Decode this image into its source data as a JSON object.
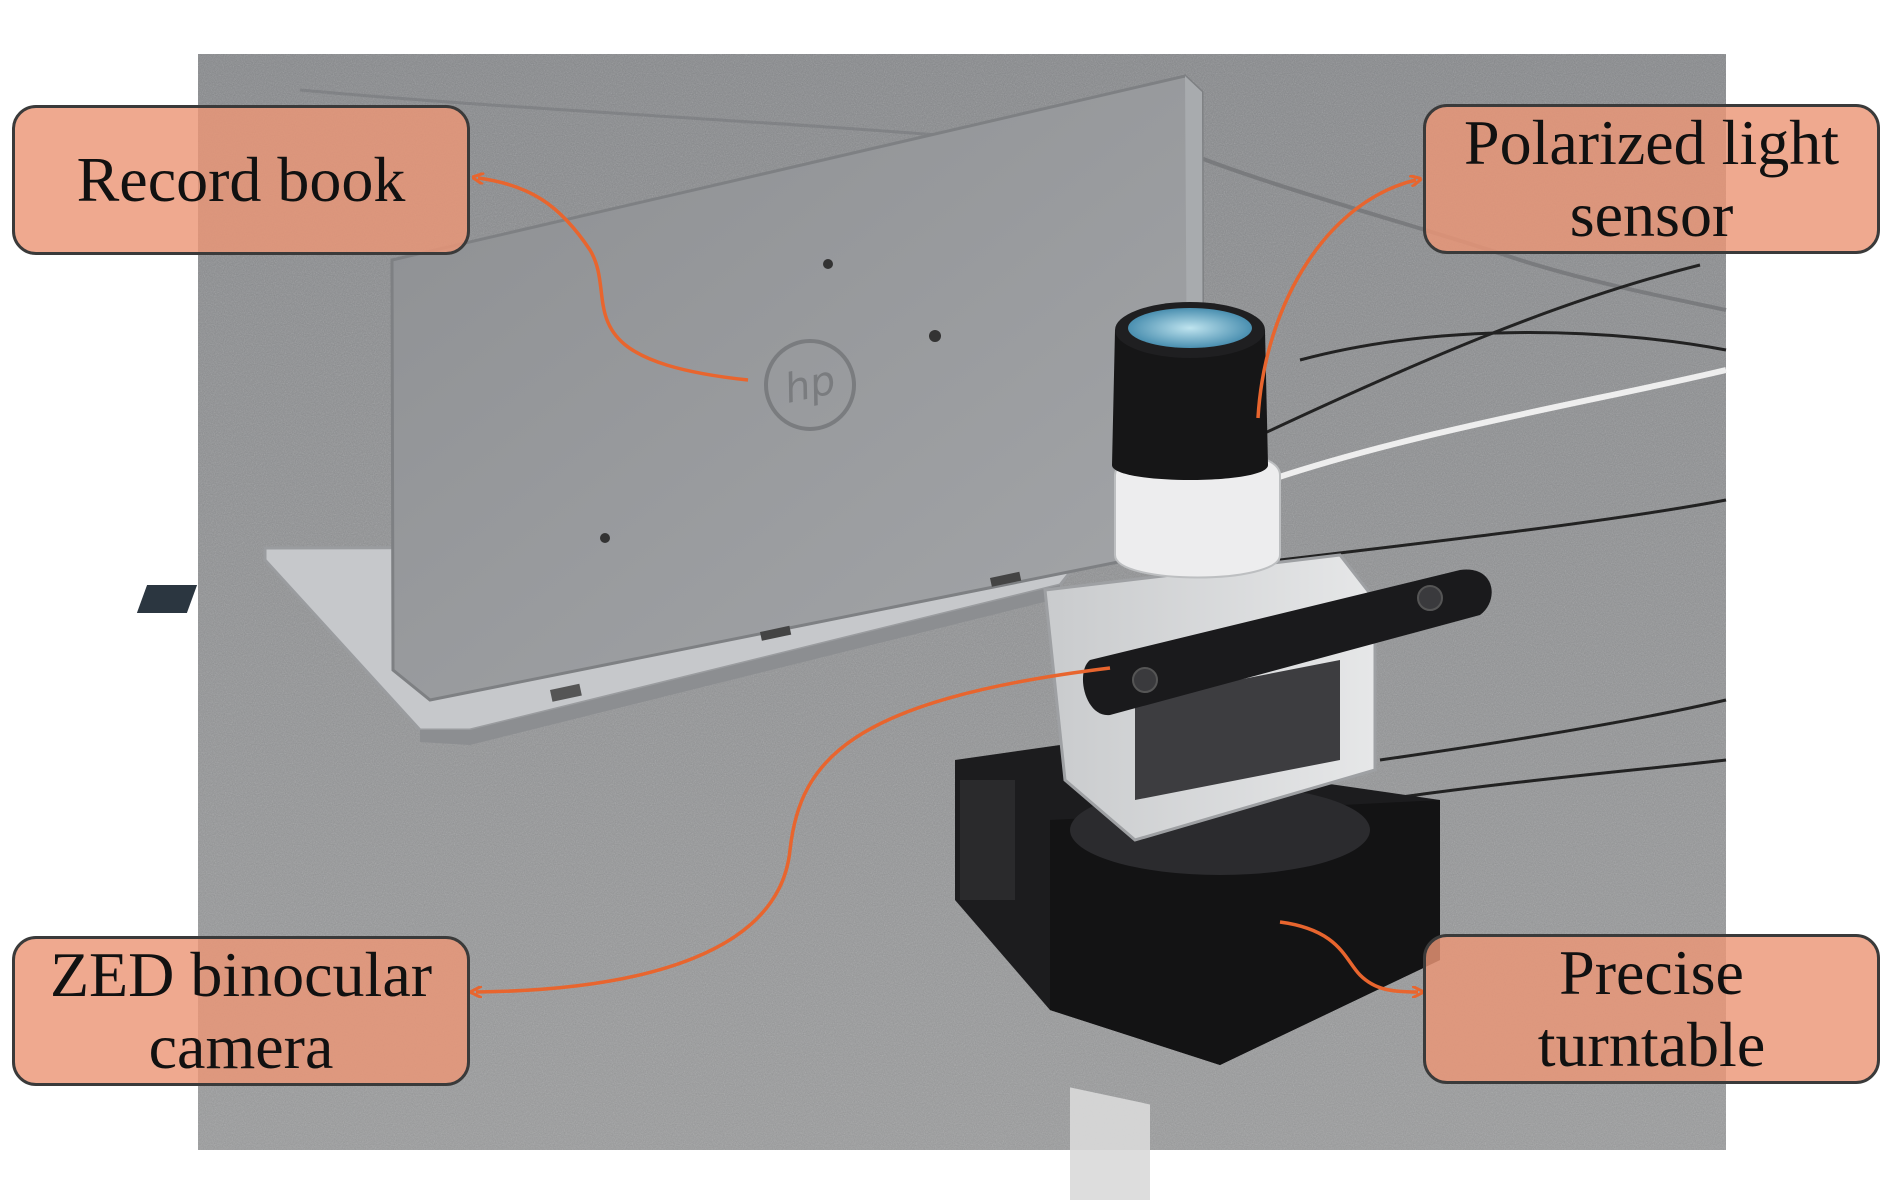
{
  "colors": {
    "label_fill": "#ec9676",
    "label_border": "#3a3a3a",
    "arrow": "#e8652e",
    "ground": "#8e8f91"
  },
  "labels": {
    "record_book": "Record book",
    "polarized_light_sensor": {
      "line1": "Polarized light",
      "line2": "sensor"
    },
    "zed_binocular_camera": {
      "line1": "ZED binocular",
      "line2": "camera"
    },
    "precise_turntable": {
      "line1": "Precise",
      "line2": "turntable"
    }
  },
  "photo": {
    "laptop_brand": "hp"
  }
}
